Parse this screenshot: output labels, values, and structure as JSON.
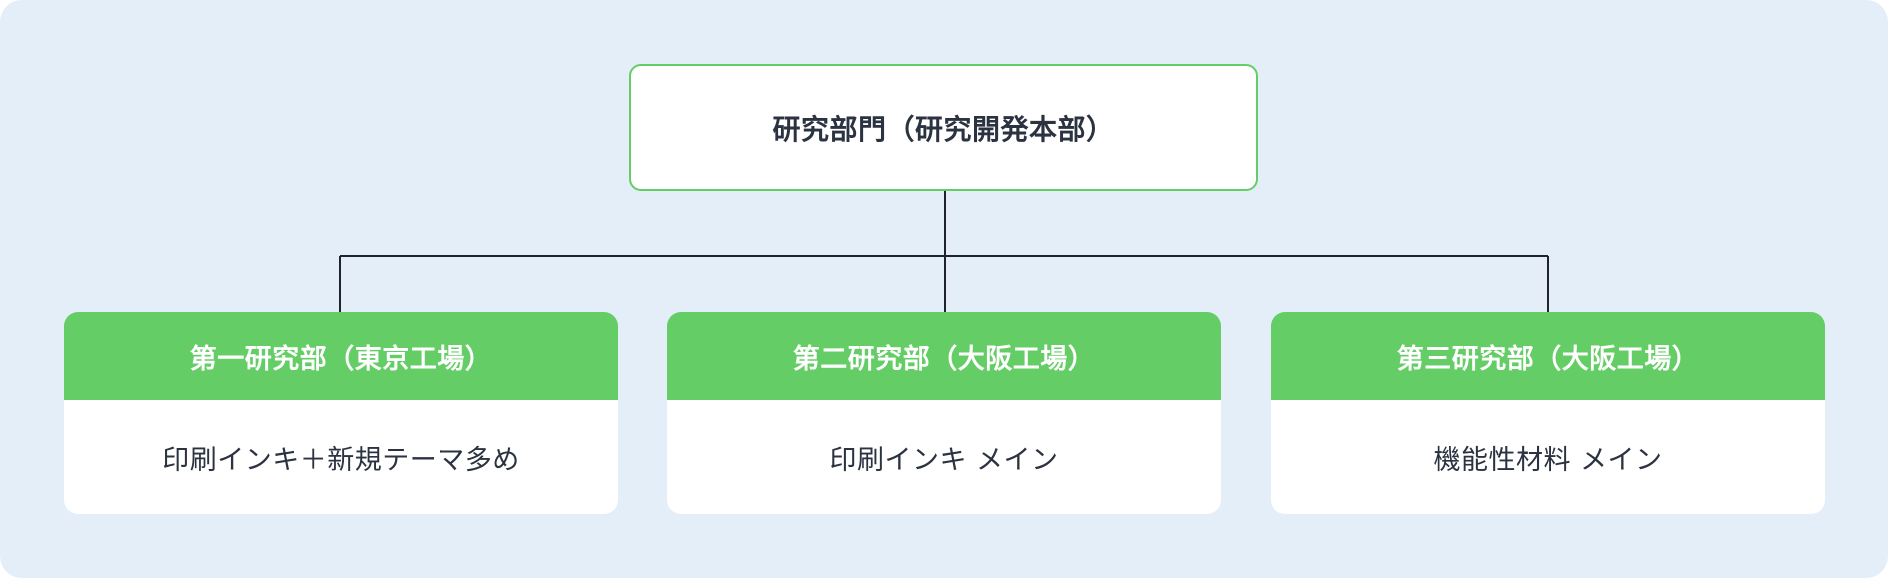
{
  "colors": {
    "background": "#e4eef8",
    "accent_green": "#64cd66",
    "card_white": "#ffffff",
    "text_dark": "#2b3240",
    "line": "#1f232b"
  },
  "root": {
    "title": "研究部門（研究開発本部）"
  },
  "departments": [
    {
      "title": "第一研究部（東京工場）",
      "description": "印刷インキ＋新規テーマ多め"
    },
    {
      "title": "第二研究部（大阪工場）",
      "description": "印刷インキ メイン"
    },
    {
      "title": "第三研究部（大阪工場）",
      "description": "機能性材料 メイン"
    }
  ]
}
